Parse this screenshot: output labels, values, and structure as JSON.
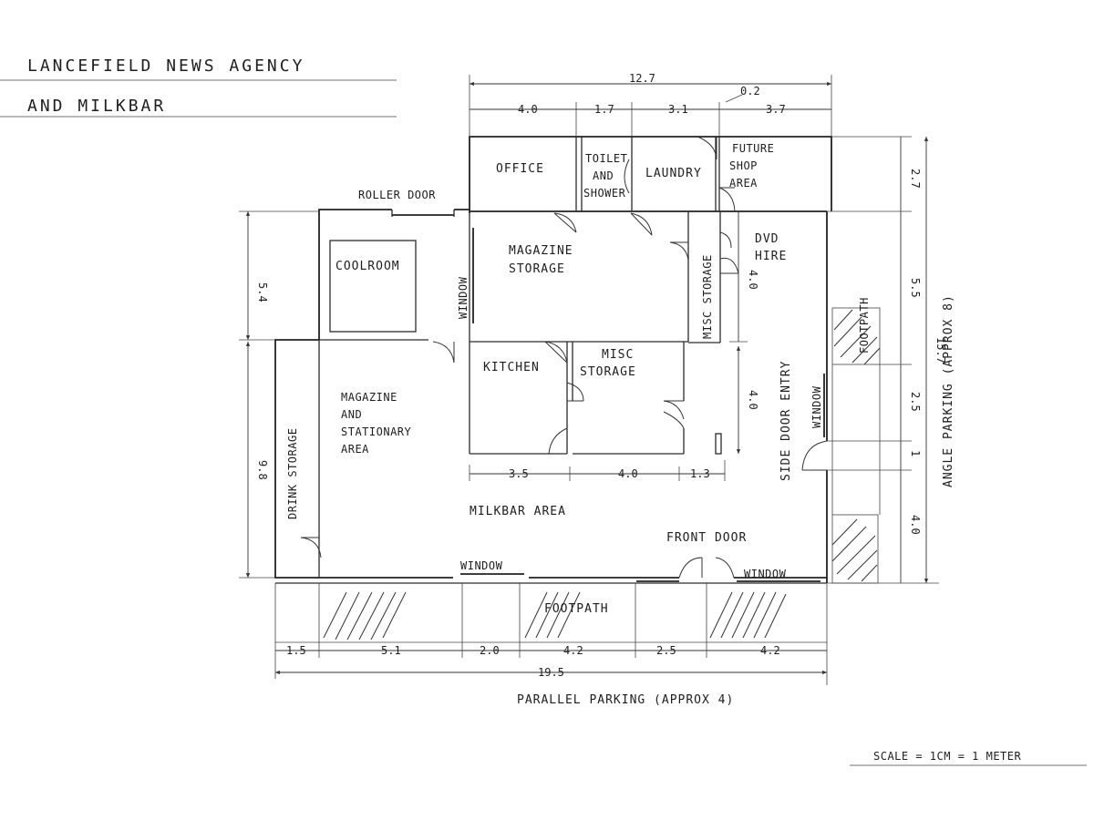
{
  "title": {
    "line1": "LANCEFIELD NEWS AGENCY",
    "line2": "AND MILKBAR"
  },
  "rooms": {
    "office": "OFFICE",
    "toilet": [
      "TOILET",
      "AND",
      "SHOWER"
    ],
    "laundry": "LAUNDRY",
    "future_shop": [
      "FUTURE",
      "SHOP",
      "AREA"
    ],
    "coolroom": "COOLROOM",
    "magazine_storage": [
      "MAGAZINE",
      "STORAGE"
    ],
    "misc_storage_vertical": "MISC STORAGE",
    "dvd_hire": [
      "DVD",
      "HIRE"
    ],
    "kitchen": "KITCHEN",
    "misc_storage": [
      "MISC",
      "STORAGE"
    ],
    "magazine_stationary": [
      "MAGAZINE",
      "AND",
      "STATIONARY",
      "AREA"
    ],
    "drink_storage": "DRINK STORAGE",
    "milkbar_area": "MILKBAR AREA",
    "side_door_entry": "SIDE DOOR ENTRY"
  },
  "labels": {
    "roller_door": "ROLLER DOOR",
    "window": "WINDOW",
    "front_door": "FRONT DOOR",
    "footpath": "FOOTPATH",
    "parallel_parking": "PARALLEL PARKING (APPROX 4)",
    "angle_parking": "ANGLE PARKING (APPROX 8)",
    "scale": "SCALE = 1CM = 1 METER"
  },
  "dimensions": {
    "top_total": "12.7",
    "top_segments": [
      "4.0",
      "1.7",
      "3.1",
      "3.7"
    ],
    "top_small": "0.2",
    "left_upper": "5.4",
    "left_lower": "9.8",
    "inner_vertical_upper": "4.0",
    "inner_vertical_lower": "4.0",
    "inner_horizontal": [
      "3.5",
      "4.0",
      "1.3"
    ],
    "right_segments": [
      "2.7",
      "5.5",
      "2.5",
      "1",
      "4.0"
    ],
    "right_total": "15.7",
    "bottom_segments": [
      "1.5",
      "5.1",
      "2.0",
      "4.2",
      "2.5",
      "4.2"
    ],
    "bottom_total": "19.5"
  }
}
